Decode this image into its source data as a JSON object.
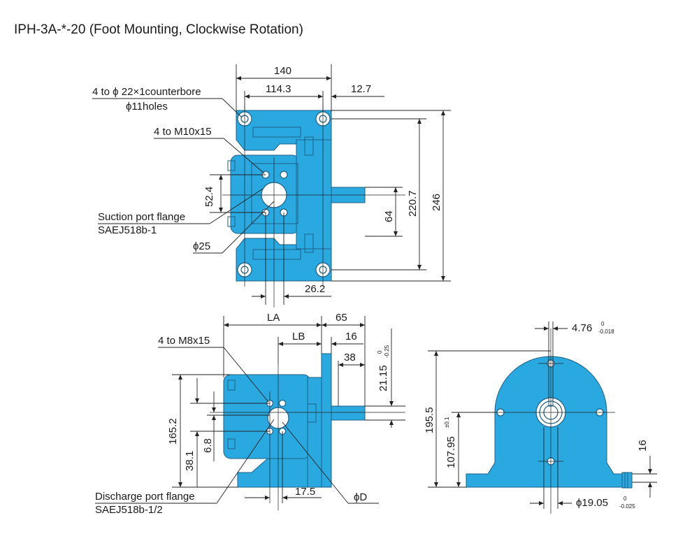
{
  "title": "IPH-3A-*-20 (Foot Mounting, Clockwise Rotation)",
  "top_view": {
    "dims": {
      "d140": "140",
      "d114_3": "114.3",
      "d12_7": "12.7",
      "d52_4": "52.4",
      "d64": "64",
      "d220_7": "220.7",
      "d246": "246",
      "d26_2": "26.2"
    },
    "labels": {
      "counterbore_1": "4 to ϕ 22×1counterbore",
      "counterbore_2": "ϕ11holes",
      "m10": "4 to M10x15",
      "suction_1": "Suction port flange",
      "suction_2": "SAEJ518b-1",
      "phi25": "ϕ25"
    }
  },
  "side_view": {
    "dims": {
      "LA": "LA",
      "d65": "65",
      "LB": "LB",
      "d16": "16",
      "d38": "38",
      "d21_15": "21.15",
      "d21_15_tol_upper": "0",
      "d21_15_tol_lower": "-0.25",
      "d165_2": "165.2",
      "d38_1": "38.1",
      "d6_8": "6.8",
      "d17_5": "17.5"
    },
    "labels": {
      "m8": "4 to M8x15",
      "discharge_1": "Discharge port flange",
      "discharge_2": "SAEJ518b-1/2",
      "phiD": "ϕD"
    }
  },
  "front_view": {
    "dims": {
      "d4_76": "4.76",
      "d4_76_tol_upper": "0",
      "d4_76_tol_lower": "-0.018",
      "d195_5": "195.5",
      "d107_95": "107.95",
      "d107_95_tol": "±0.1",
      "d16": "16",
      "d19_05": "ϕ19.05",
      "d19_05_tol_upper": "0",
      "d19_05_tol_lower": "-0.025"
    }
  },
  "colors": {
    "body": "#2aa8e0",
    "outline": "#1d5f86",
    "line": "#222222"
  }
}
